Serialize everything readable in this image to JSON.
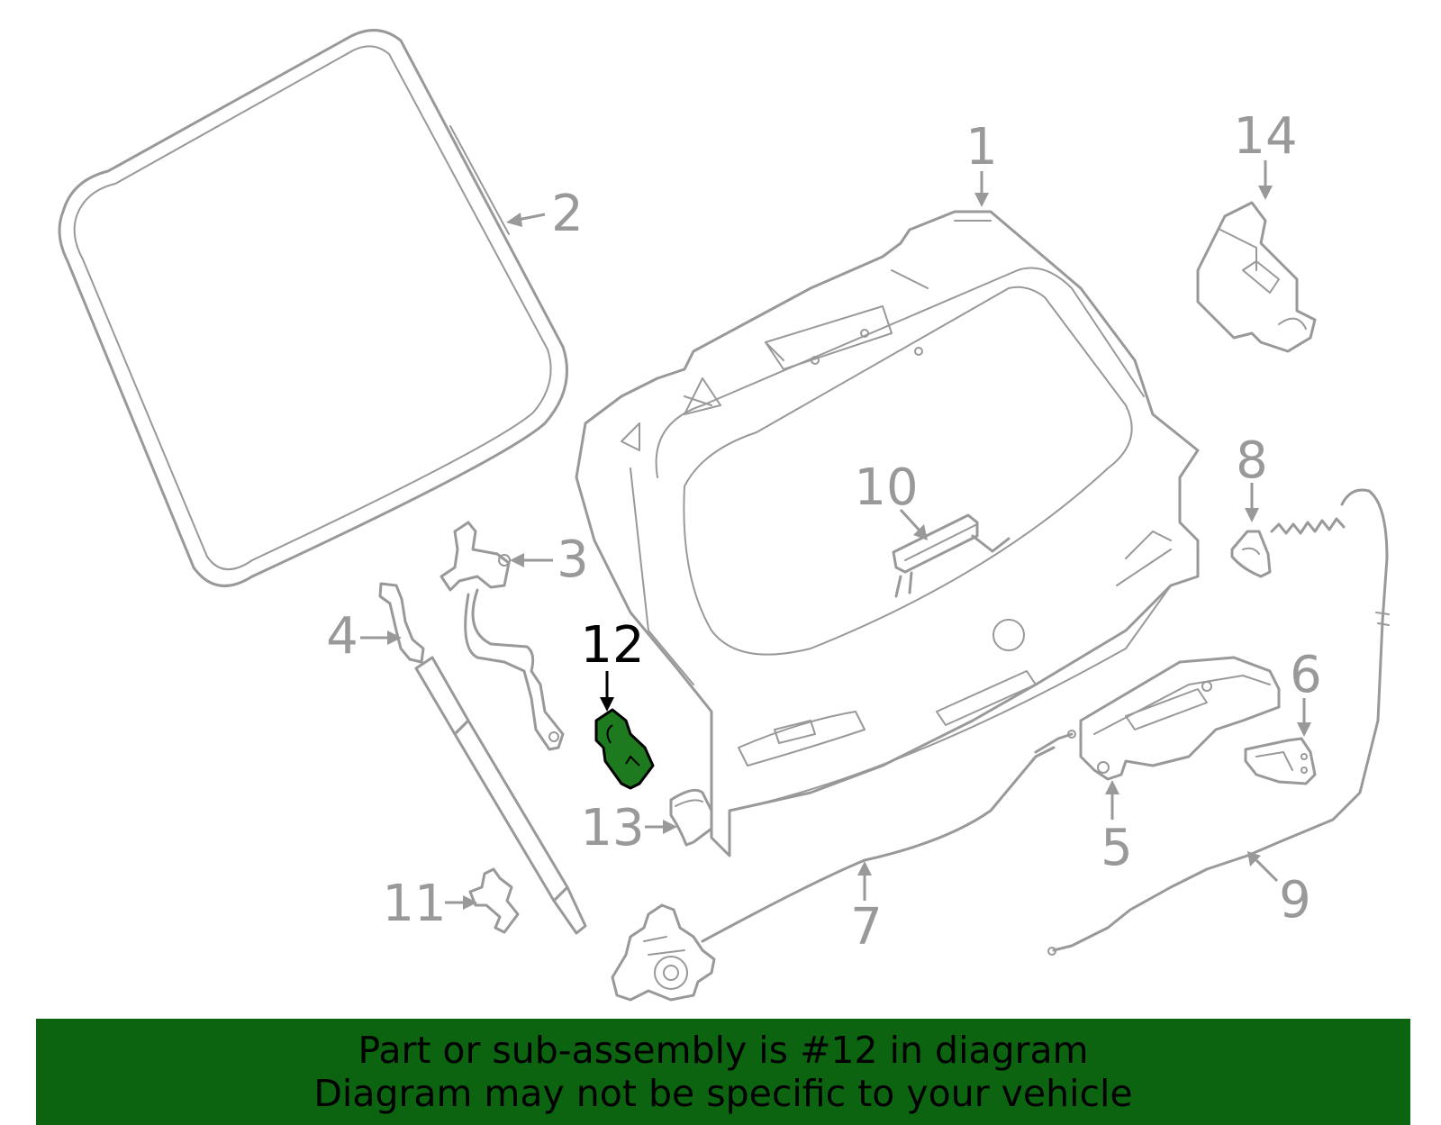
{
  "callouts": {
    "c1": "1",
    "c2": "2",
    "c3": "3",
    "c4": "4",
    "c5": "5",
    "c6": "6",
    "c7": "7",
    "c8": "8",
    "c9": "9",
    "c10": "10",
    "c11": "11",
    "c12": "12",
    "c13": "13",
    "c14": "14"
  },
  "highlighted_part": "12",
  "colors": {
    "line": "#999999",
    "highlight_fill": "#1e7a1e",
    "banner_bg": "#0c6410",
    "banner_text": "#000000"
  },
  "banner": {
    "line1": "Part or sub-assembly is #12 in diagram",
    "line2": "Diagram may not be specific to your vehicle"
  }
}
